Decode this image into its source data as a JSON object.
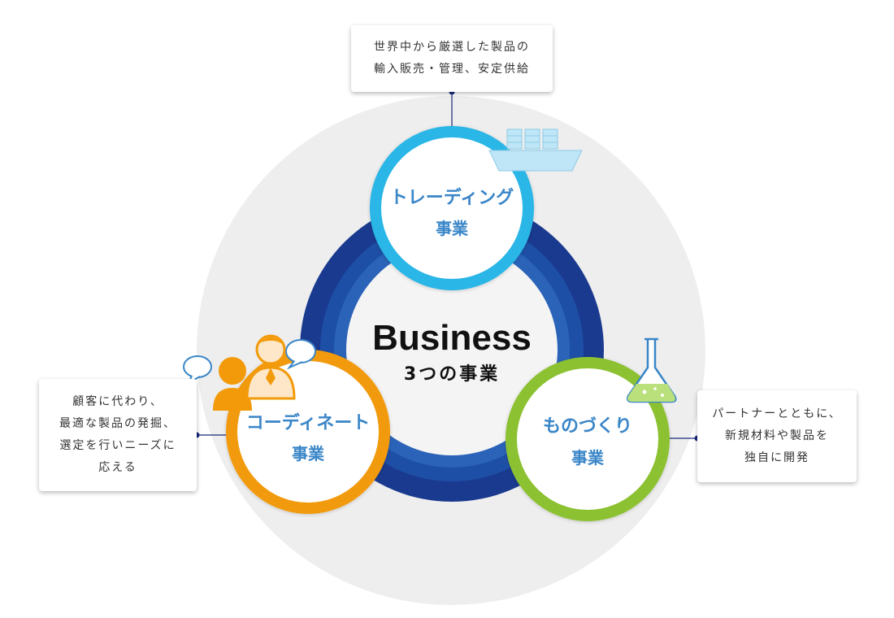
{
  "center": {
    "title": "Business",
    "subtitle": "3つの事業"
  },
  "businesses": [
    {
      "key": "trading",
      "name": "トレーディング",
      "suffix": "事業",
      "ring_color": "#29b6e6",
      "description": [
        "世界中から厳選した製品の",
        "輸入販売・管理、安定供給"
      ]
    },
    {
      "key": "coordinate",
      "name": "コーディネート",
      "suffix": "事業",
      "ring_color": "#f29a0a",
      "description": [
        "顧客に代わり、",
        "最適な製品の発掘、",
        "選定を行いニーズに",
        "応える"
      ]
    },
    {
      "key": "manufacturing",
      "name": "ものづくり",
      "suffix": "事業",
      "ring_color": "#8cc131",
      "description": [
        "パートナーとともに、",
        "新規材料や製品を",
        "独自に開発"
      ]
    }
  ],
  "colors": {
    "outer_disc": "#eeeeee",
    "blue_ring_outer": "#1a3a8f",
    "blue_ring_mid": "#1e4fa6",
    "blue_ring_inner": "#2a63b8",
    "label_blue": "#3a86c8",
    "connector_dot": "#1a2a7a"
  },
  "icons": [
    "cargo-ship-icon",
    "business-people-icon",
    "speech-bubble-icon",
    "flask-icon"
  ]
}
